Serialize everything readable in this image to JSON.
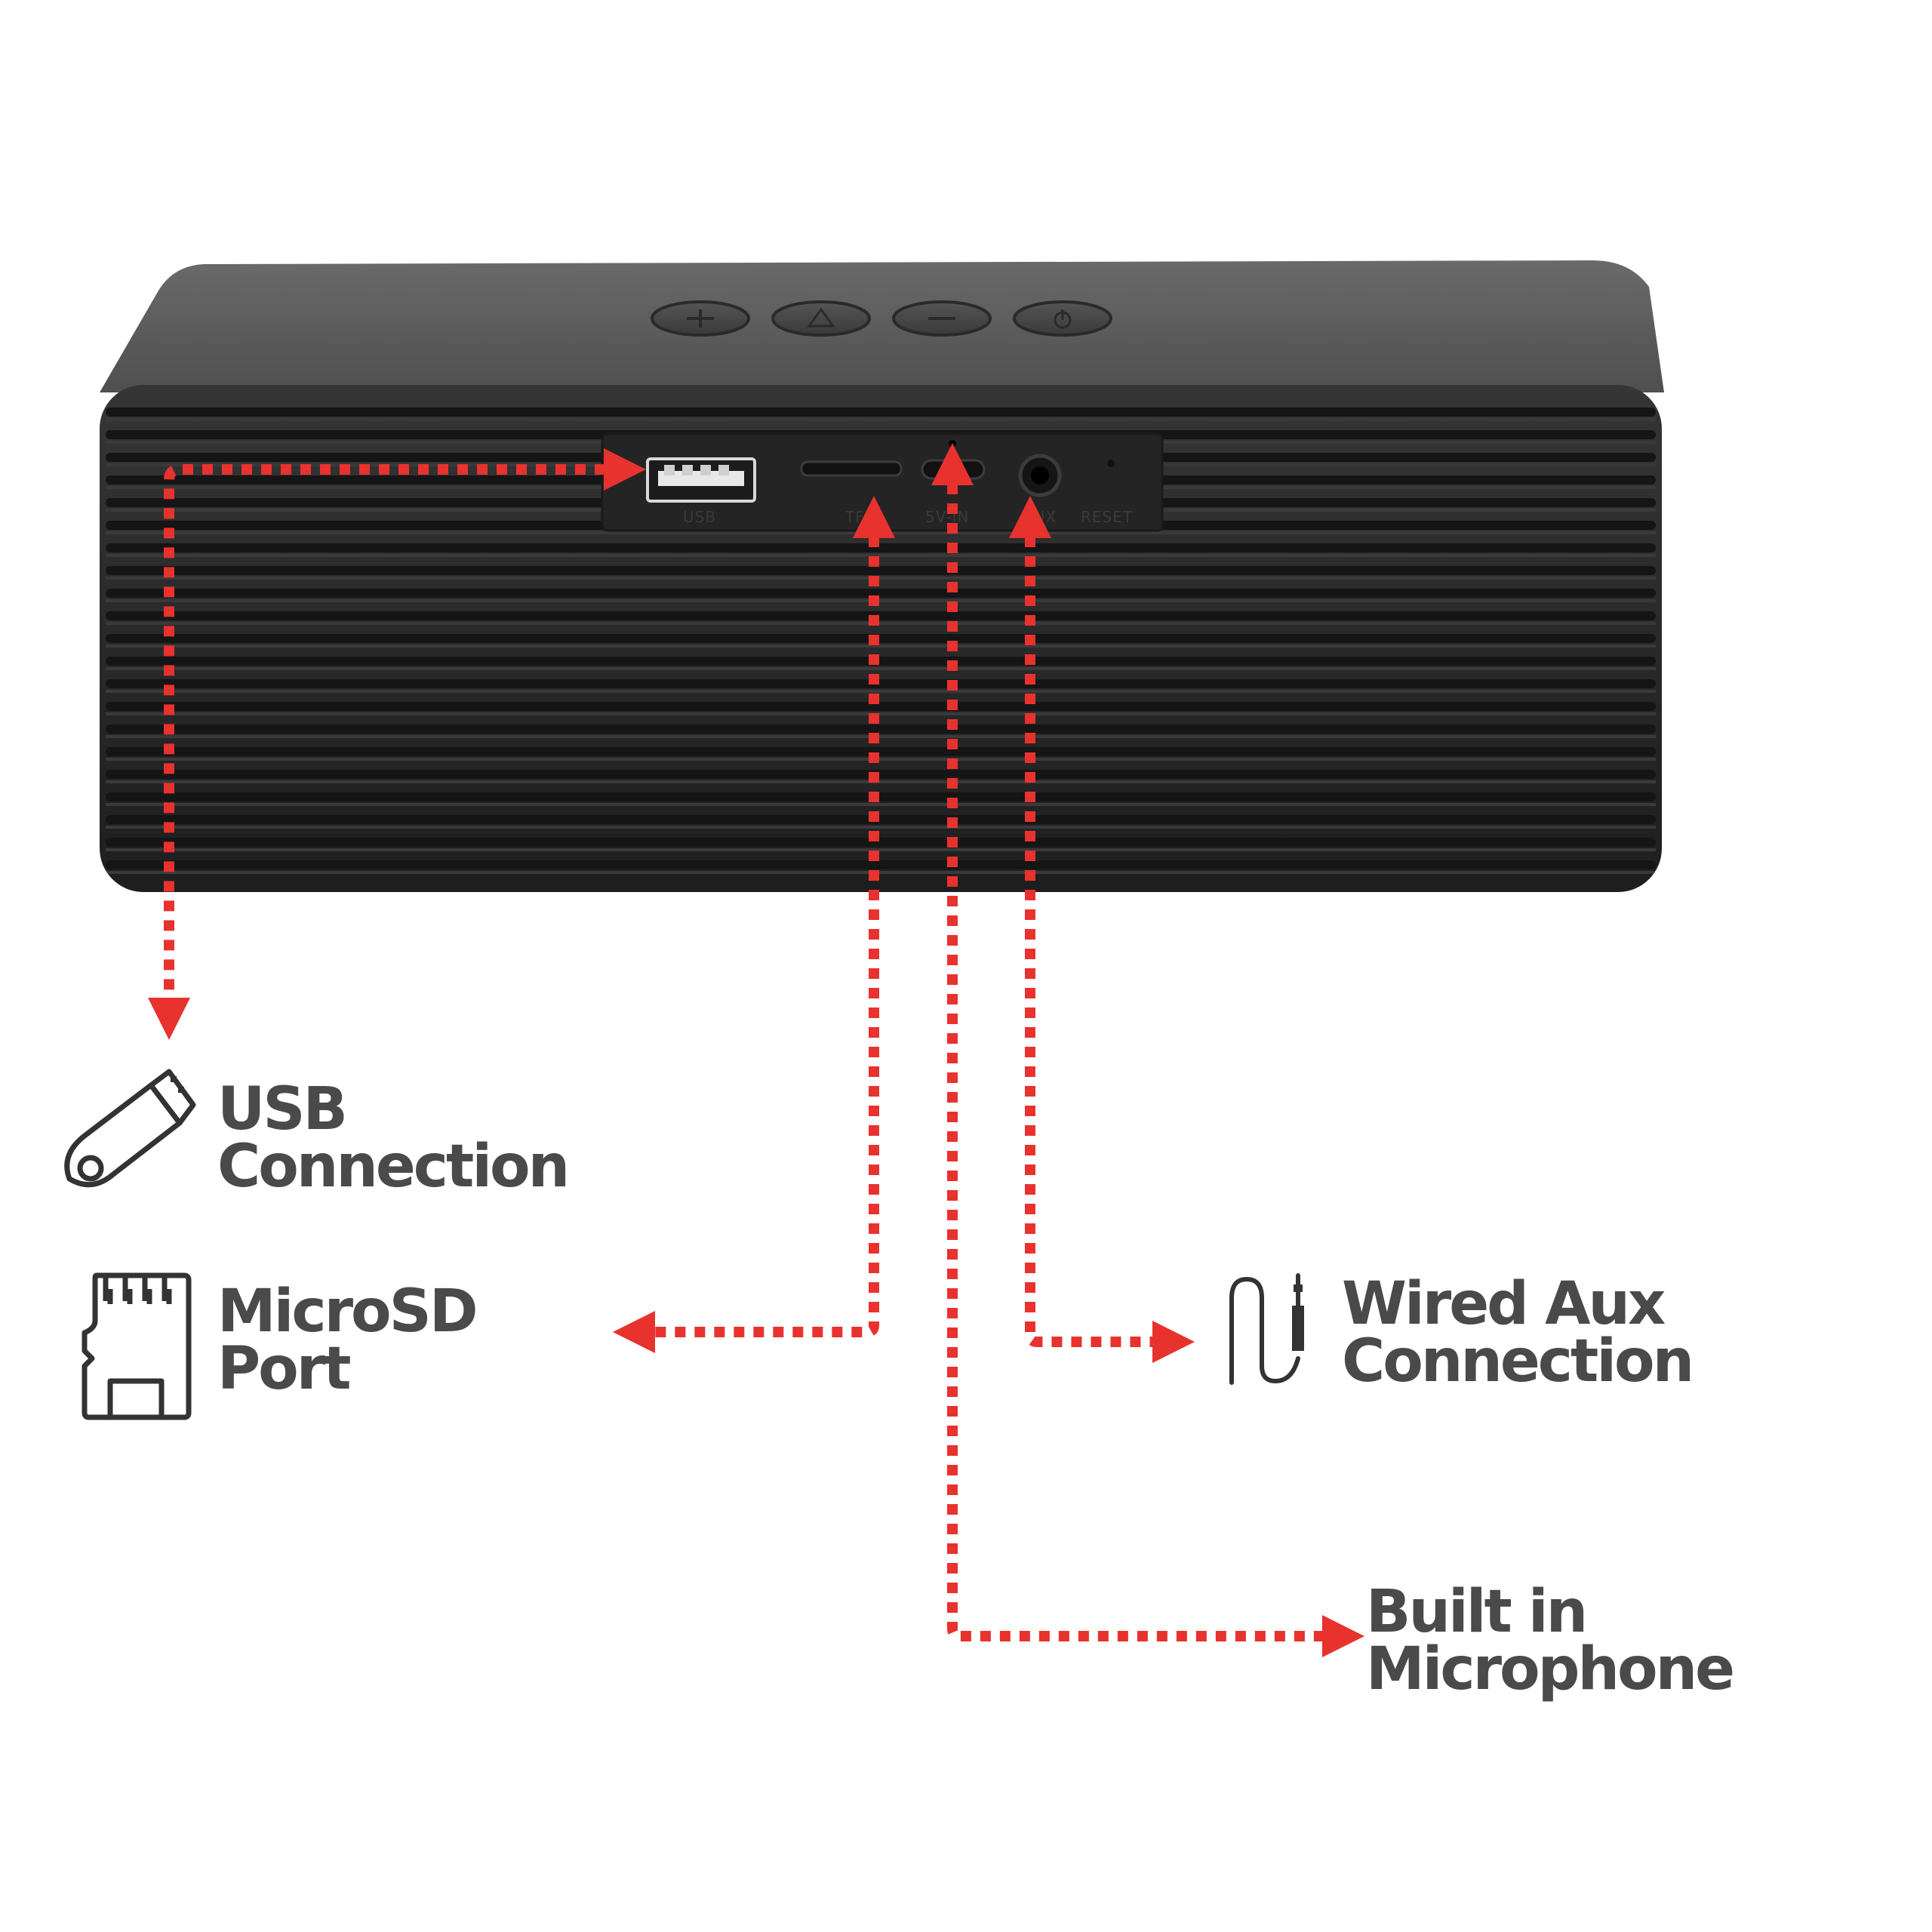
{
  "speaker": {
    "top_buttons": [
      "plus-button",
      "play-button",
      "minus-button",
      "power-button"
    ],
    "port_labels": {
      "usb": "USB",
      "tf": "TF",
      "power": "5V-IN",
      "aux": "AUX",
      "reset": "RESET"
    }
  },
  "callouts": {
    "usb": {
      "line1": "USB",
      "line2": "Connection"
    },
    "microsd": {
      "line1": "MicroSD",
      "line2": "Port"
    },
    "aux": {
      "line1": "Wired Aux",
      "line2": "Connection"
    },
    "mic": {
      "line1": "Built in",
      "line2": "Microphone"
    }
  },
  "colors": {
    "arrow": "#e8322e",
    "label_text": "#4a4a4a",
    "speaker_body": "#2b2b2b",
    "speaker_top": "#5c5c5c"
  },
  "icons": [
    "usb-drive-icon",
    "microsd-card-icon",
    "aux-cable-icon"
  ]
}
